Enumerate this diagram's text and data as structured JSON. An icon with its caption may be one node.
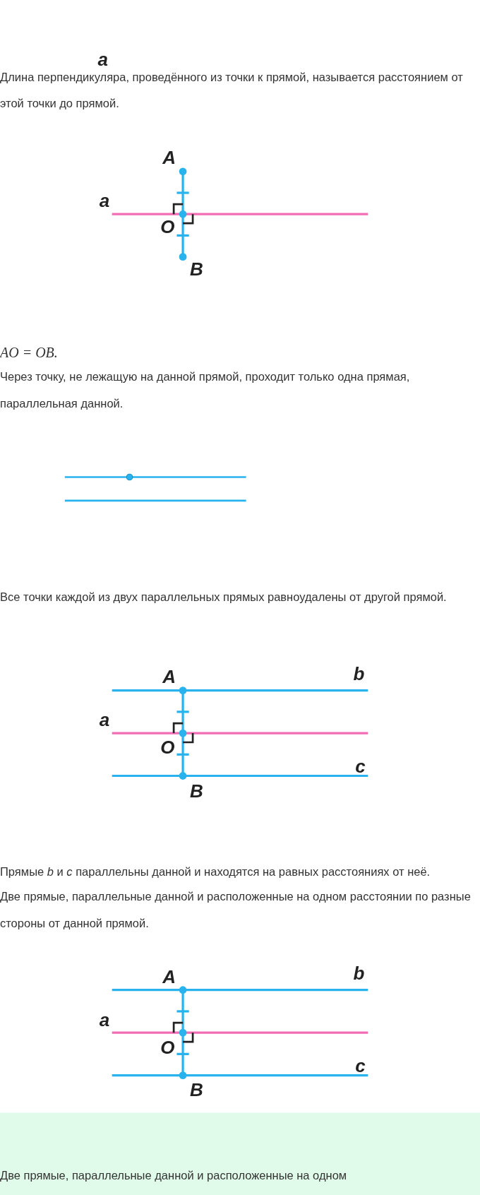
{
  "diagram": {
    "labels": [
      "a",
      "Длина перпендикуляра, проведённого из точки к прямой, называется расстоянием от этой точки до прямой.",
      "A",
      "a",
      "O",
      "B",
      "AO = OB.",
      "Через точку, не лежащую на данной прямой, проходит только одна прямая, параллельная данной.",
      "Все точки каждой из двух параллельных прямых равноудалены от другой прямой.",
      "A",
      "b",
      "a",
      "O",
      "c",
      "B",
      "Прямые *b* и *c* параллельны данной и находятся на равных расстояниях от неё.",
      "Две прямые, параллельные данной и расположенные на одном расстоянии по разные стороны от данной прямой.",
      "A",
      "b",
      "a",
      "O",
      "c",
      "B",
      "Две прямые, параллельные данной и расположенные на одном"
    ]
  }
}
